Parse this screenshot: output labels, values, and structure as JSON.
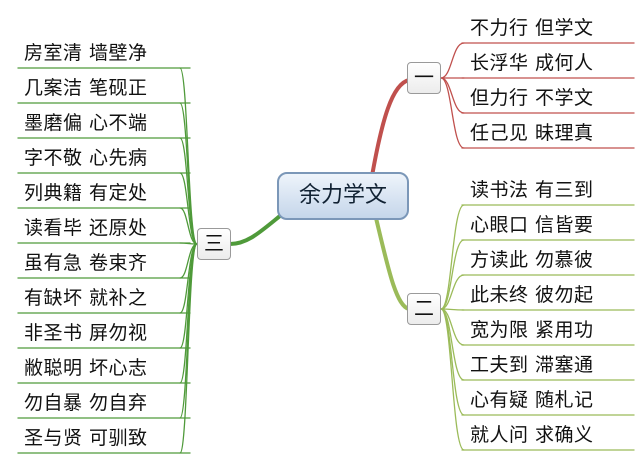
{
  "center": {
    "label": "余力学文"
  },
  "branches": {
    "one": {
      "label": "一",
      "color": "#c0504d",
      "items": [
        "不力行  但学文",
        "长浮华  成何人",
        "但力行  不学文",
        "任己见  昧理真"
      ]
    },
    "two": {
      "label": "二",
      "color": "#9bbb59",
      "items": [
        "读书法  有三到",
        "心眼口  信皆要",
        "方读此  勿慕彼",
        "此未终  彼勿起",
        "宽为限  紧用功",
        "工夫到  滞塞通",
        "心有疑  随札记",
        "就人问  求确义"
      ]
    },
    "three": {
      "label": "三",
      "color": "#4f9a3a",
      "items": [
        "房室清  墙壁净",
        "几案洁  笔砚正",
        "墨磨偏  心不端",
        "字不敬  心先病",
        "列典籍  有定处",
        "读看毕  还原处",
        "虽有急  卷束齐",
        "有缺坏  就补之",
        "非圣书  屏勿视",
        "敝聪明  坏心志",
        "勿自暴  勿自弃",
        "圣与贤  可驯致"
      ]
    }
  }
}
